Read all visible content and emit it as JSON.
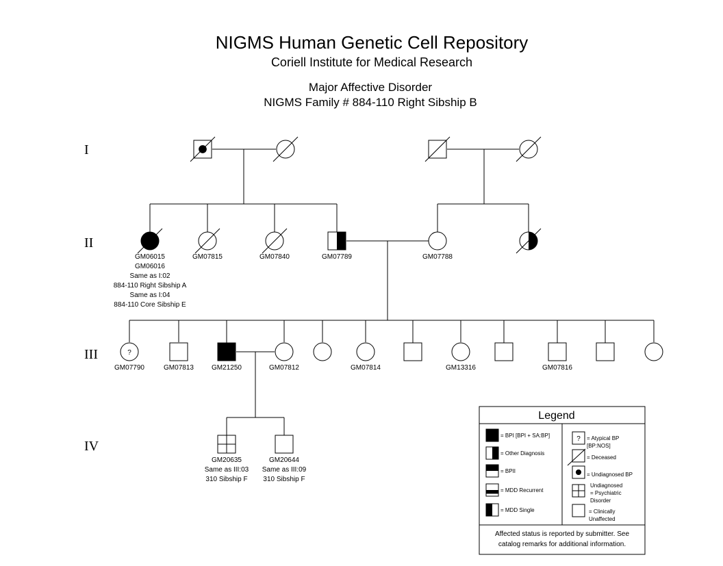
{
  "header": {
    "title": "NIGMS Human Genetic Cell Repository",
    "institute": "Coriell Institute for Medical Research",
    "disorder": "Major Affective Disorder",
    "family": "NIGMS Family # 884-110 Right Sibship B"
  },
  "generations": [
    "I",
    "II",
    "III",
    "IV"
  ],
  "individuals": {
    "i1": {
      "sex": "male",
      "status": "undiagnosed-bp",
      "deceased": true
    },
    "i2": {
      "sex": "female",
      "status": "clinically-unaffected",
      "deceased": true
    },
    "i3": {
      "sex": "male",
      "status": "clinically-unaffected",
      "deceased": true
    },
    "i4": {
      "sex": "female",
      "status": "clinically-unaffected",
      "deceased": true
    },
    "ii1": {
      "sex": "female",
      "status": "bpi",
      "deceased": true,
      "lines": [
        "GM06015",
        "GM06016",
        "Same as I:02",
        "884-110 Right Sibship A",
        "Same as I:04",
        "884-110 Core Sibship E"
      ]
    },
    "ii2": {
      "sex": "female",
      "status": "clinically-unaffected",
      "deceased": true,
      "lines": [
        "GM07815"
      ]
    },
    "ii3": {
      "sex": "female",
      "status": "clinically-unaffected",
      "deceased": true,
      "lines": [
        "GM07840"
      ]
    },
    "ii4": {
      "sex": "male",
      "status": "other-diagnosis",
      "deceased": false,
      "lines": [
        "GM07789"
      ]
    },
    "ii5": {
      "sex": "female",
      "status": "clinically-unaffected",
      "deceased": false,
      "lines": [
        "GM07788"
      ]
    },
    "ii6": {
      "sex": "female",
      "status": "other-diagnosis",
      "deceased": true
    },
    "iii1": {
      "sex": "female",
      "status": "atypical-bp",
      "deceased": false,
      "mark": "?",
      "lines": [
        "GM07790"
      ]
    },
    "iii2": {
      "sex": "male",
      "status": "clinically-unaffected",
      "deceased": false,
      "lines": [
        "GM07813"
      ]
    },
    "iii3": {
      "sex": "male",
      "status": "bpi",
      "deceased": false,
      "lines": [
        "GM21250"
      ]
    },
    "iii4": {
      "sex": "female",
      "status": "clinically-unaffected",
      "deceased": false,
      "lines": [
        "GM07812"
      ]
    },
    "iii5": {
      "sex": "female",
      "status": "clinically-unaffected",
      "deceased": false
    },
    "iii6": {
      "sex": "female",
      "status": "clinically-unaffected",
      "deceased": false,
      "lines": [
        "GM07814"
      ]
    },
    "iii7": {
      "sex": "male",
      "status": "clinically-unaffected",
      "deceased": false
    },
    "iii8": {
      "sex": "female",
      "status": "clinically-unaffected",
      "deceased": false,
      "lines": [
        "GM13316"
      ]
    },
    "iii9": {
      "sex": "male",
      "status": "clinically-unaffected",
      "deceased": false
    },
    "iii10": {
      "sex": "male",
      "status": "clinically-unaffected",
      "deceased": false,
      "lines": [
        "GM07816"
      ]
    },
    "iii11": {
      "sex": "male",
      "status": "clinically-unaffected",
      "deceased": false
    },
    "iii12": {
      "sex": "female",
      "status": "clinically-unaffected",
      "deceased": false
    },
    "iv1": {
      "sex": "male",
      "status": "undiagnosed-psychiatric",
      "deceased": false,
      "lines": [
        "GM20635",
        "Same as III:03",
        "310 Sibship F"
      ]
    },
    "iv2": {
      "sex": "male",
      "status": "clinically-unaffected",
      "deceased": false,
      "lines": [
        "GM20644",
        "Same as III:09",
        "310 Sibship F"
      ]
    }
  },
  "legend": {
    "title": "Legend",
    "left": [
      {
        "symbol": "bpi",
        "label": "= BPI [BPI + SA:BP]"
      },
      {
        "symbol": "other-diagnosis",
        "label": "= Other Diagnosis"
      },
      {
        "symbol": "bpii",
        "label": "= BPII"
      },
      {
        "symbol": "mdd-recurrent",
        "label": "= MDD Recurrent"
      },
      {
        "symbol": "mdd-single",
        "label": "= MDD Single"
      }
    ],
    "right": [
      {
        "symbol": "atypical-bp",
        "mark": "?",
        "lines": [
          "=  Atypical BP",
          "[BP:NOS]"
        ]
      },
      {
        "symbol": "deceased",
        "lines": [
          "= Deceased"
        ]
      },
      {
        "symbol": "undiagnosed-bp",
        "lines": [
          "= Undiagnosed BP"
        ]
      },
      {
        "symbol": "undiagnosed-psychiatric",
        "lines": [
          "Undiagnosed",
          "= Psychiatric",
          "Disorder"
        ]
      },
      {
        "symbol": "clinically-unaffected",
        "lines": [
          "= Clinically",
          "Unaffected"
        ]
      }
    ],
    "note": [
      "Affected status is reported by submitter. See",
      "catalog remarks for additional information."
    ]
  }
}
